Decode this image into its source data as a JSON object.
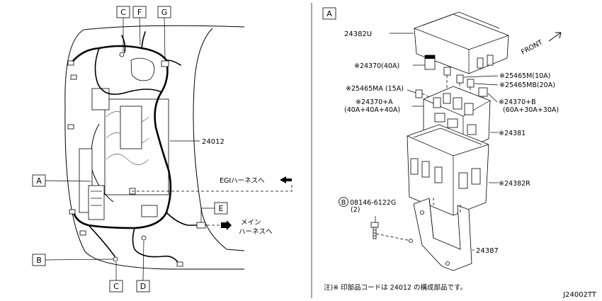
{
  "left_view": {
    "callouts": {
      "top": [
        "C",
        "F",
        "G"
      ],
      "side_a": "A",
      "side_b": "B",
      "side_e": "E",
      "bottom": [
        "C",
        "D"
      ]
    },
    "part_24012": "24012",
    "egi_harness": "EGIハーネスへ",
    "main_harness_line1": "メイン",
    "main_harness_line2": "ハーネスへ"
  },
  "right_view": {
    "section_letter": "A",
    "front": "FRONT",
    "parts": {
      "p24382U": "24382U",
      "p24370_40A": "※24370(40A)",
      "p25465M": "※25465M(10A)",
      "p25465MB": "※25465MB(20A)",
      "p25465MA": "※25465MA (15A)",
      "p24370A_line1": "※24370+A",
      "p24370A_line2": "(40A+40A+40A)",
      "p24370B_line1": "※24370+B",
      "p24370B_line2": "(60A+30A+30A)",
      "p24381": "※24381",
      "p24382R": "※24382R",
      "bolt_symbol": "B",
      "bolt_line1": "08146-6122G",
      "bolt_line2": "(2)",
      "p24387": "24387"
    },
    "note": "注)※ 印部品コードは 24012 の構成部品です。"
  },
  "diagram_code": "J24002TT"
}
